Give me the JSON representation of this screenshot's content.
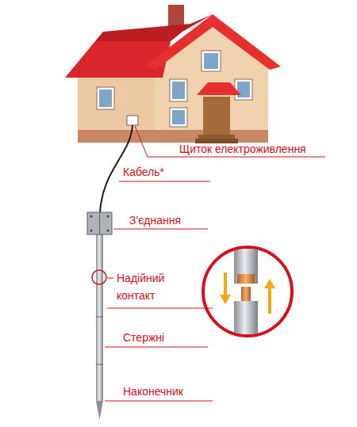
{
  "diagram": {
    "labels": [
      "Щиток електроживлення",
      "Кабель*",
      "З'єднання",
      "Надійний контакт",
      "Стержні",
      "Наконечник"
    ]
  }
}
